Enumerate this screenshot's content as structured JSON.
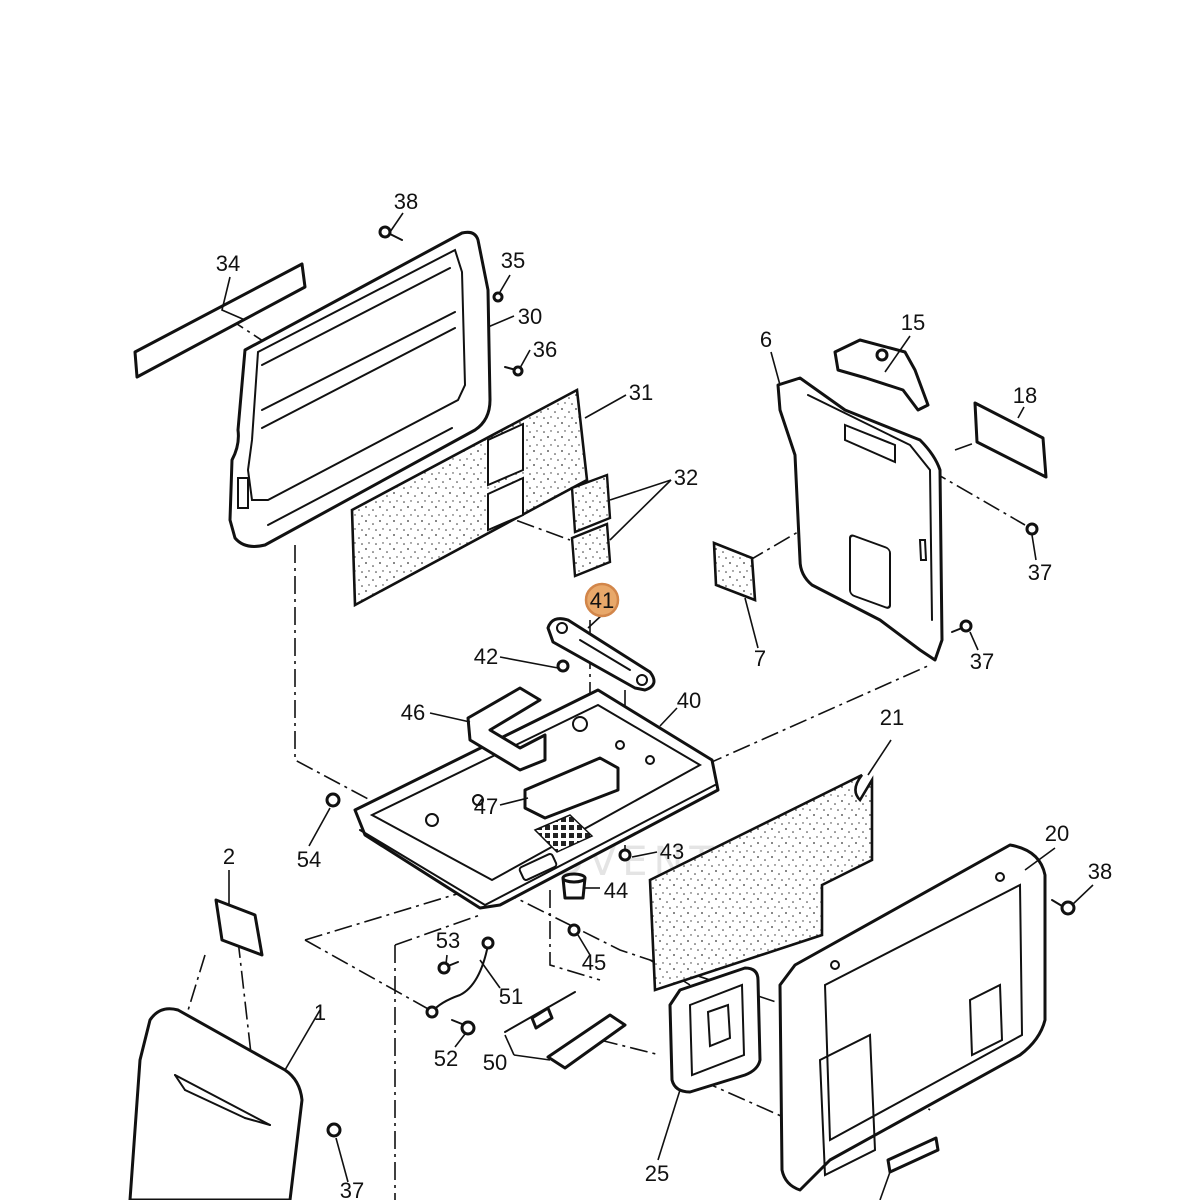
{
  "highlight": {
    "part": "41",
    "color": "#e8a86a"
  },
  "watermark": "LEADVENTURE",
  "parts": [
    "1",
    "2",
    "6",
    "7",
    "15",
    "18",
    "20",
    "21",
    "25",
    "30",
    "31",
    "32",
    "34",
    "35",
    "36",
    "37",
    "38",
    "40",
    "41",
    "42",
    "43",
    "44",
    "45",
    "46",
    "47",
    "50",
    "51",
    "52",
    "53",
    "54"
  ]
}
